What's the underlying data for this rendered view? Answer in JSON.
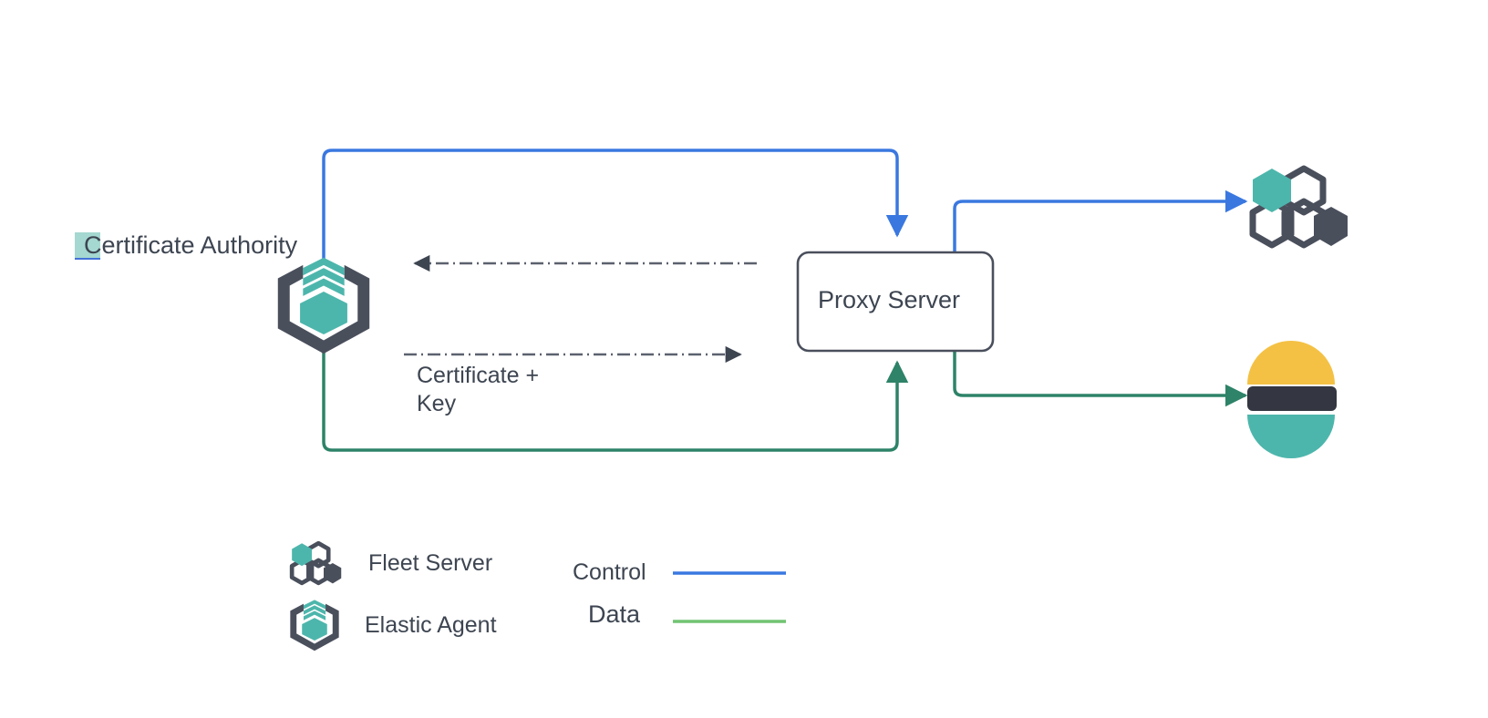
{
  "diagram": {
    "title_label": "Certificate Authority",
    "nodes": {
      "certificate_authority": {
        "label": "Certificate Authority",
        "icon": "elastic-agent-icon"
      },
      "proxy_server": {
        "label": "Proxy Server"
      },
      "fleet_server": {
        "icon": "fleet-server-icon"
      },
      "elasticsearch": {
        "icon": "elasticsearch-icon"
      }
    },
    "edge_labels": {
      "certificate_key_line1": "Certificate +",
      "certificate_key_line2": "Key"
    },
    "legend": {
      "items": [
        {
          "label": "Fleet Server",
          "icon": "fleet-server-icon"
        },
        {
          "label": "Elastic Agent",
          "icon": "elastic-agent-icon"
        }
      ],
      "lines": [
        {
          "label": "Control",
          "color": "#3a78e0"
        },
        {
          "label": "Data",
          "color": "#71c472"
        }
      ]
    },
    "colors": {
      "control_blue": "#3a78e0",
      "data_green": "#2e8368",
      "legend_data_green": "#71c472",
      "teal": "#4db6ac",
      "dark_slate": "#4a4f5c",
      "text": "#3d4551",
      "elastic_yellow": "#f4c145",
      "elastic_dark": "#343741",
      "elastic_teal": "#4db6ac",
      "highlight": "#a5d8d0",
      "background": "#ffffff"
    }
  }
}
